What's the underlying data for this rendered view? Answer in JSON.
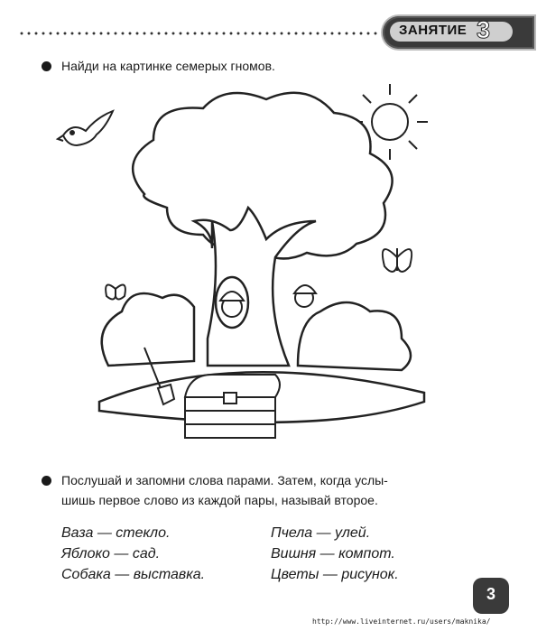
{
  "header": {
    "lesson_label": "ЗАНЯТИЕ",
    "lesson_number": "3"
  },
  "task1": {
    "text": "Найди на картинке семерых гномов."
  },
  "task2": {
    "line1": "Послушай и запомни слова парами. Затем, когда услы-",
    "line2": "шишь первое слово из каждой пары, называй второе."
  },
  "pairs": {
    "left": [
      "Ваза — стекло.",
      "Яблоко — сад.",
      "Собака — выставка."
    ],
    "right": [
      "Пчела — улей.",
      "Вишня — компот.",
      "Цветы — рисунок."
    ]
  },
  "footer": {
    "page_number": "3",
    "watermark_url": "http://www.liveinternet.ru/users/maknika/"
  },
  "icons": [
    "bird-icon",
    "sun-icon",
    "butterfly-icon",
    "tree-illustration",
    "treasure-chest-icon",
    "shovel-icon",
    "gnome-icon"
  ]
}
